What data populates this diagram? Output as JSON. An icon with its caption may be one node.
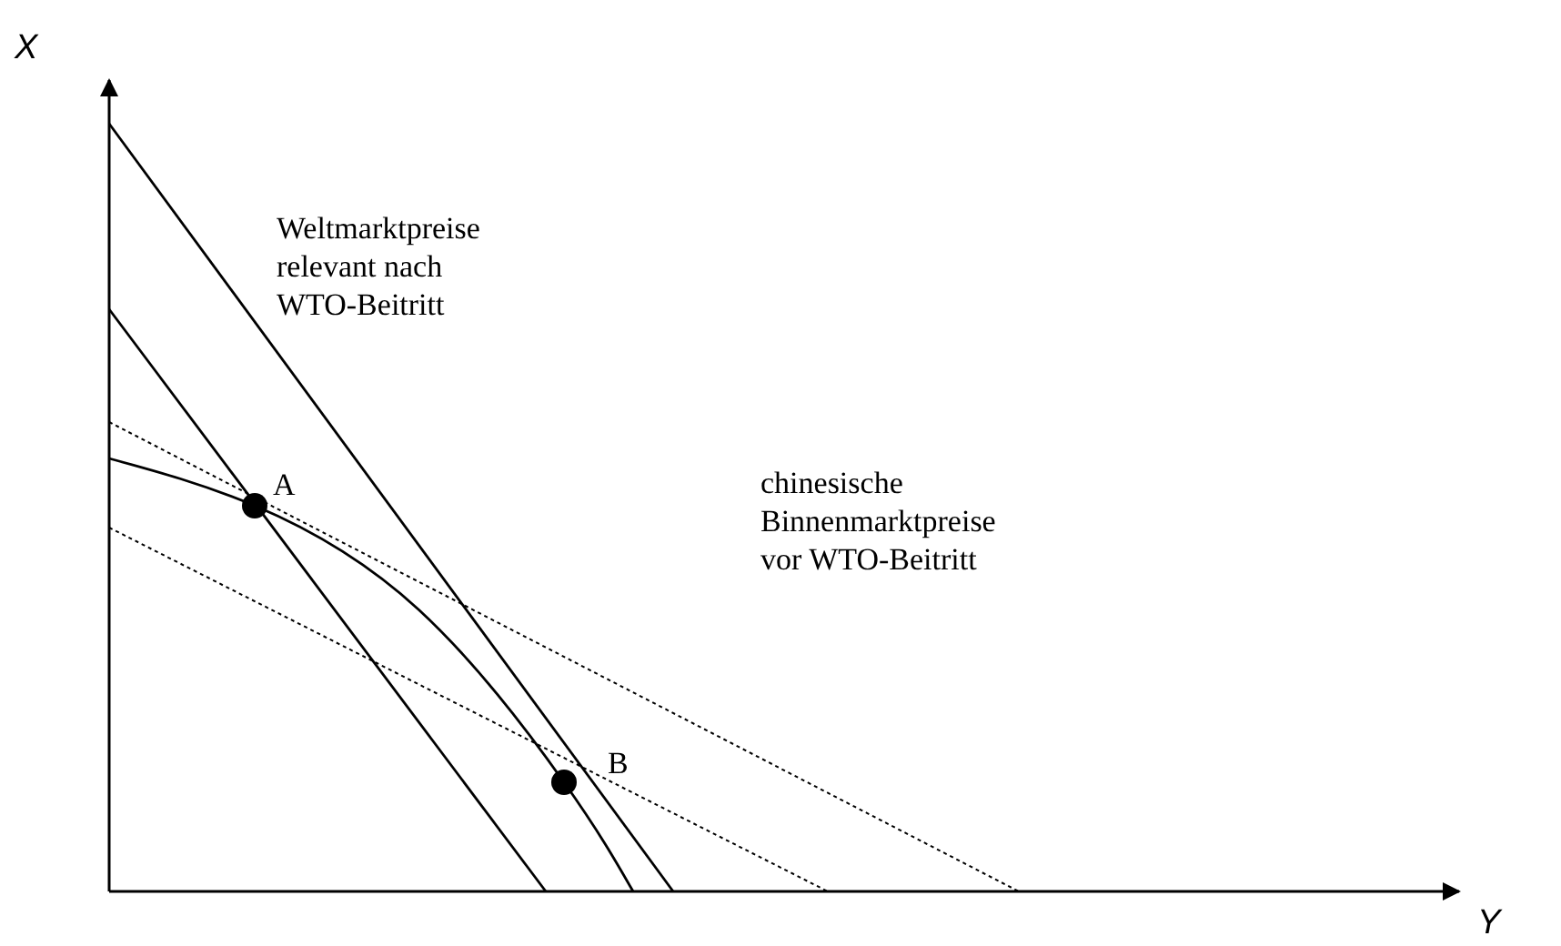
{
  "diagram": {
    "nodes": [
      {
        "text": [],
        "shape": "circle",
        "beside": [
          "A"
        ]
      },
      {
        "text": [],
        "shape": "circle",
        "beside": [
          "B"
        ]
      }
    ],
    "labels": [
      "X",
      "Weltmarktpreise relevant nach WTO-Beitritt",
      "chinesische Binnenmarktpreise vor WTO-Beitritt",
      "Y"
    ]
  }
}
